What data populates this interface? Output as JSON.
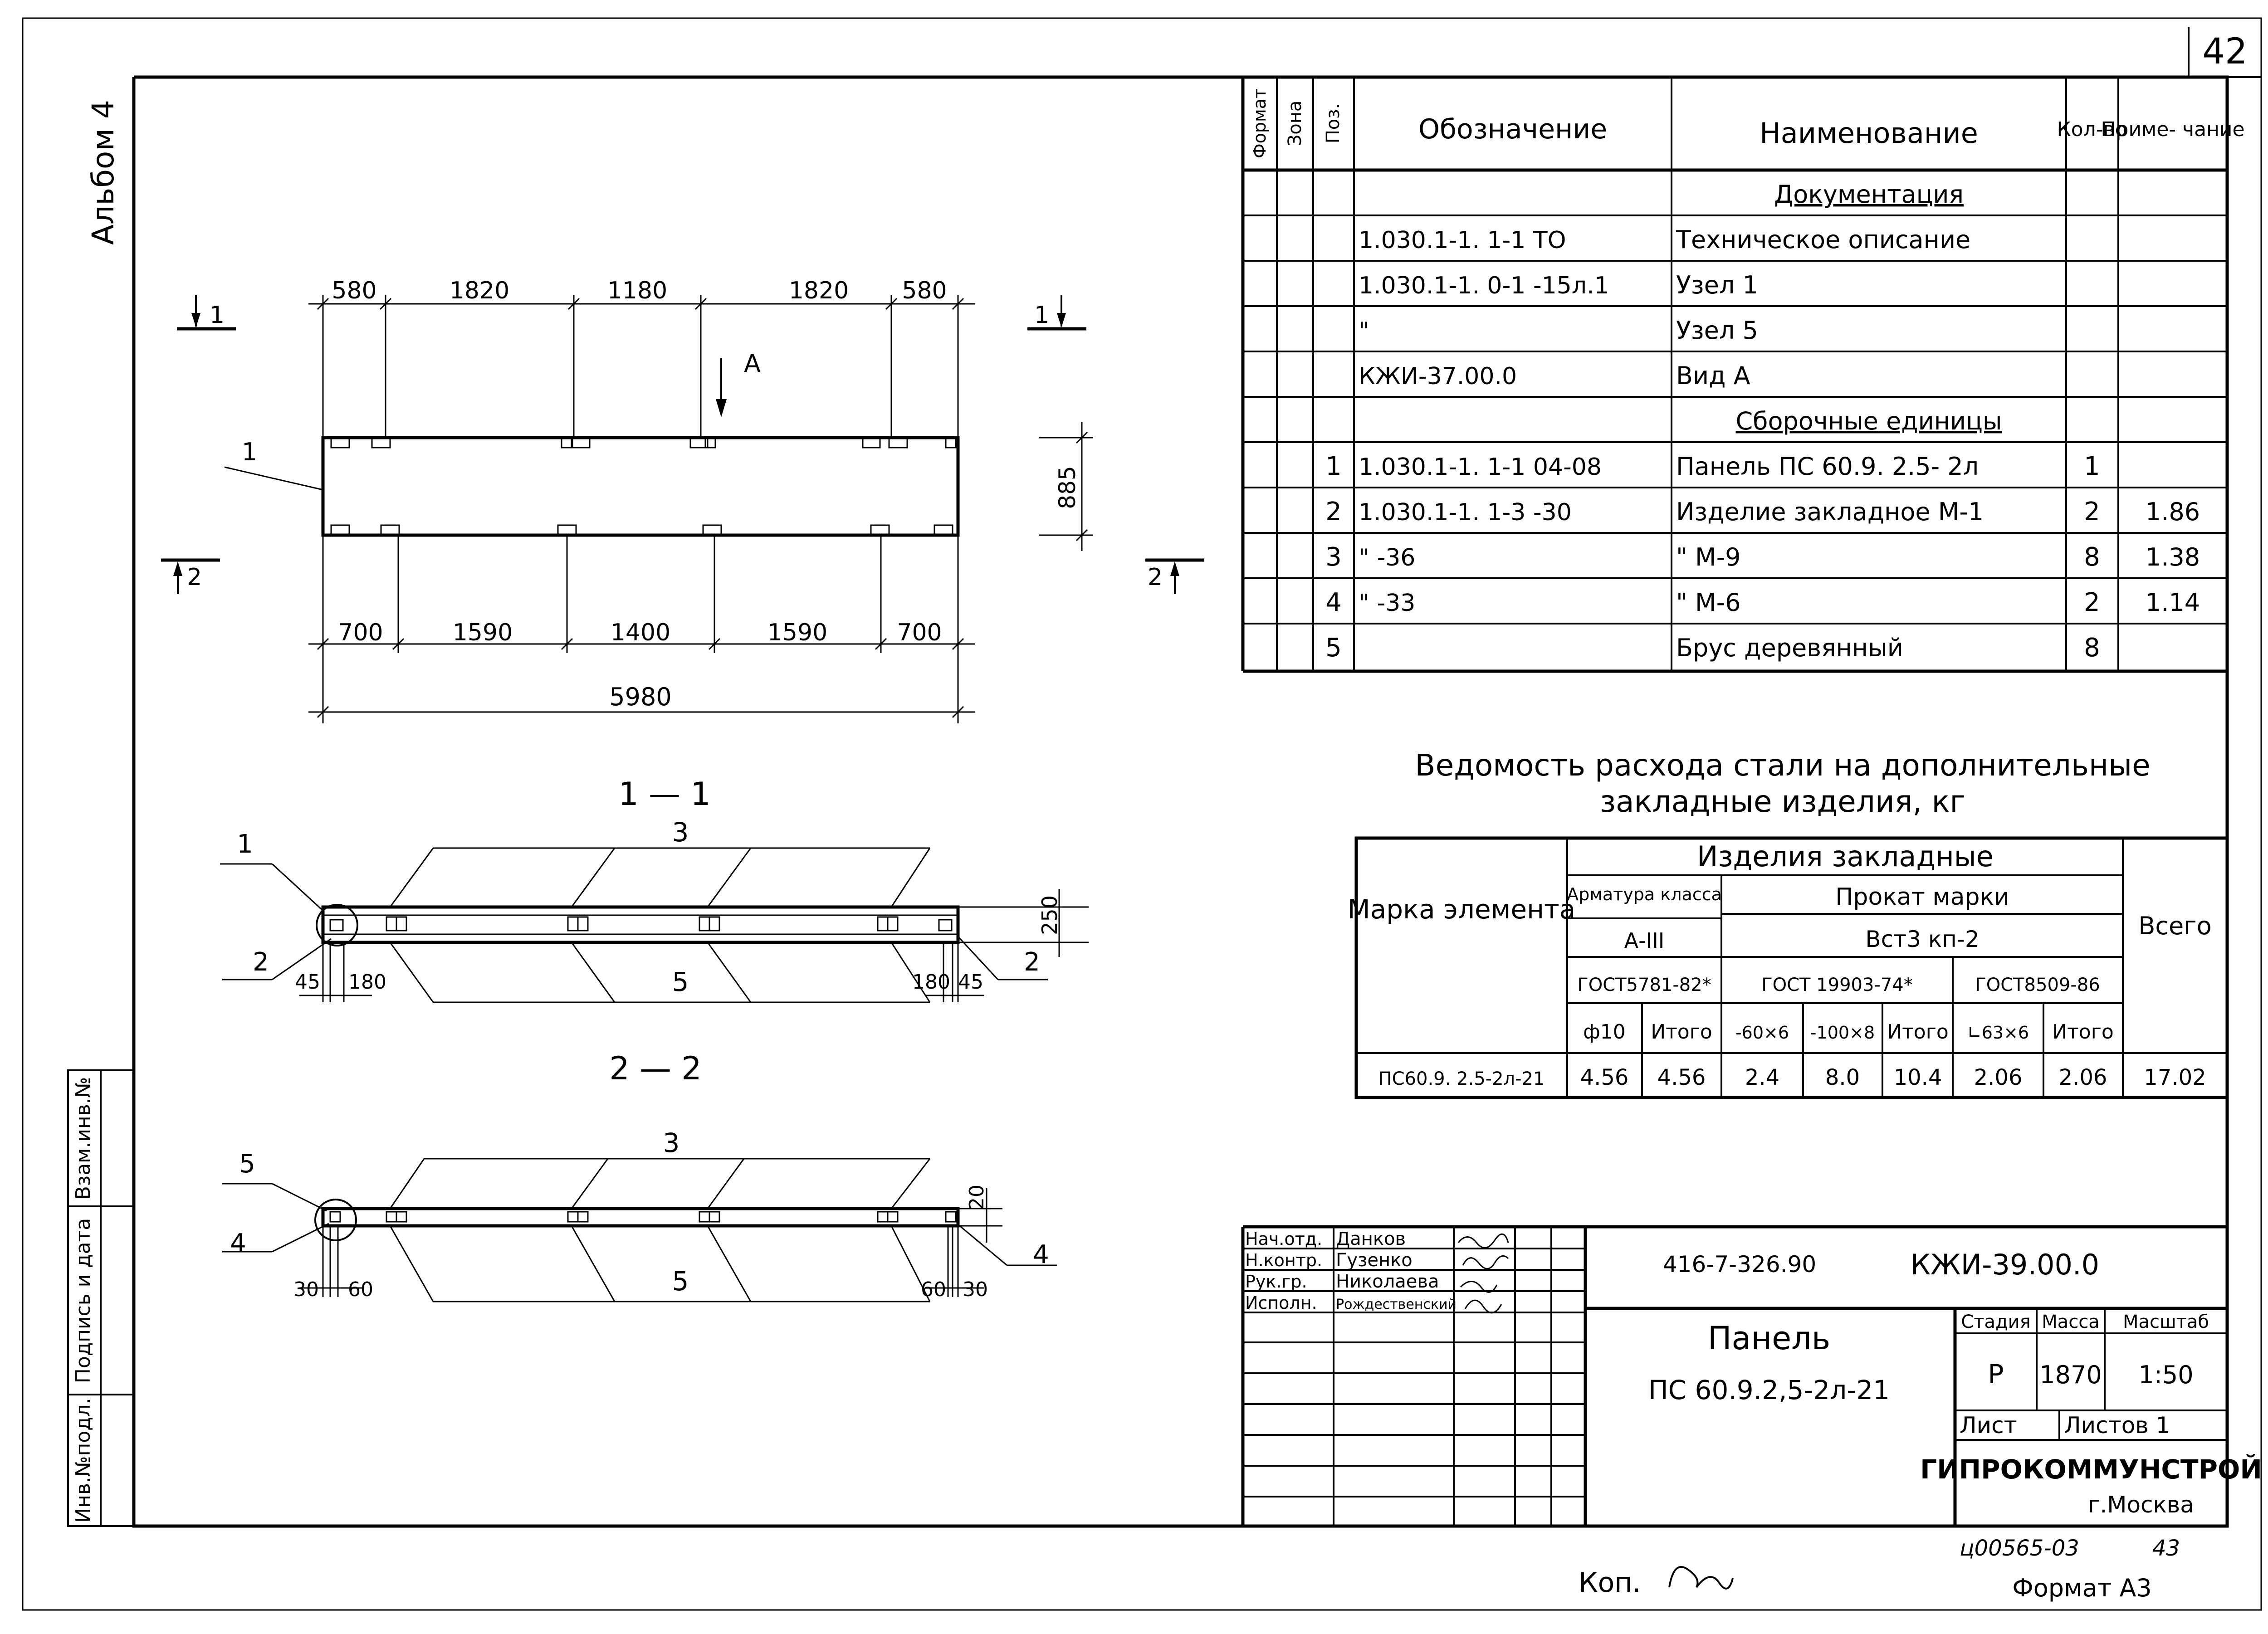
{
  "sheet_number": "42",
  "album_label": "Альбом 4",
  "left_stamp": [
    "Инв.№подл.",
    "Подпись и дата",
    "Взам.инв.№"
  ],
  "plan": {
    "top_dims": [
      "580",
      "1820",
      "1180",
      "1820",
      "580"
    ],
    "bottom_dims": [
      "700",
      "1590",
      "1400",
      "1590",
      "700"
    ],
    "total": "5980",
    "height": "885",
    "view_label": "А",
    "section_marks": [
      "1",
      "1",
      "2",
      "2"
    ],
    "pos_label": "1"
  },
  "section_1": {
    "title": "1 — 1",
    "labels": [
      "3",
      "5",
      "1",
      "2",
      "2"
    ],
    "dims": [
      "45",
      "180",
      "180",
      "45",
      "250"
    ]
  },
  "section_2": {
    "title": "2 — 2",
    "labels": [
      "3",
      "5",
      "5",
      "4",
      "4"
    ],
    "dims": [
      "30",
      "60",
      "60",
      "30",
      "20"
    ]
  },
  "spec": {
    "headers": [
      "Формат",
      "Зона",
      "Поз.",
      "Обозначение",
      "Наименование",
      "Кол-во",
      "Приме- чание"
    ],
    "rows": [
      {
        "pos": "",
        "designation": "",
        "name": "Документация",
        "qty": "",
        "note": "",
        "underline": true
      },
      {
        "pos": "",
        "designation": "1.030.1-1. 1-1  ТО",
        "name": "Техническое описание",
        "qty": "",
        "note": ""
      },
      {
        "pos": "",
        "designation": "1.030.1-1. 0-1 -15л.1",
        "name": "Узел 1",
        "qty": "",
        "note": ""
      },
      {
        "pos": "",
        "designation": "\"",
        "name": "Узел 5",
        "qty": "",
        "note": ""
      },
      {
        "pos": "",
        "designation": "КЖИ-37.00.0",
        "name": "Вид А",
        "qty": "",
        "note": ""
      },
      {
        "pos": "",
        "designation": "",
        "name": "Сборочные единицы",
        "qty": "",
        "note": "",
        "underline": true
      },
      {
        "pos": "1",
        "designation": "1.030.1-1. 1-1  04-08",
        "name": "Панель ПС 60.9. 2.5- 2л",
        "qty": "1",
        "note": ""
      },
      {
        "pos": "2",
        "designation": "1.030.1-1. 1-3     -30",
        "name": "Изделие закладное     М-1",
        "qty": "2",
        "note": "1.86"
      },
      {
        "pos": "3",
        "designation": "\"              -36",
        "name": "\"              М-9",
        "qty": "8",
        "note": "1.38"
      },
      {
        "pos": "4",
        "designation": "\"              -33",
        "name": "\"              М-6",
        "qty": "2",
        "note": "1.14"
      },
      {
        "pos": "5",
        "designation": "",
        "name": "Брус деревянный",
        "qty": "8",
        "note": ""
      }
    ]
  },
  "steel": {
    "title_1": "Ведомость расхода стали на дополнительные",
    "title_2": "закладные изделия, кг",
    "mark_header": "Марка элемента",
    "group_header": "Изделия закладные",
    "arm_header": "Арматура класса",
    "arm_class": "А-III",
    "prokat_header": "Прокат марки",
    "prokat_grade": "Вст3 кп-2",
    "total_header": "Всего",
    "gost": [
      "ГОСТ5781-82*",
      "ГОСТ 19903-74*",
      "ГОСТ8509-86"
    ],
    "sub": [
      "ф10",
      "Итого",
      "-60×6",
      "-100×8",
      "Итого",
      "∟63×6",
      "Итого"
    ],
    "row": [
      "ПС60.9. 2.5-2л-21",
      "4.56",
      "4.56",
      "2.4",
      "8.0",
      "10.4",
      "2.06",
      "2.06",
      "17.02"
    ]
  },
  "title_block": {
    "roles": [
      "Нач.отд.",
      "Н.контр.",
      "Рук.гр.",
      "Исполн."
    ],
    "names": [
      "Данков",
      "Гузенко",
      "Николаева",
      "Рождественский"
    ],
    "project": "416-7-326.90",
    "code": "КЖИ-39.00.0",
    "item_title": "Панель",
    "item_mark": "ПС 60.9.2,5-2л-21",
    "stage_header": "Стадия",
    "mass_header": "Масса",
    "scale_header": "Масштаб",
    "stage": "Р",
    "mass": "1870",
    "scale": "1:50",
    "sheet_label": "Лист",
    "sheets_label": "Листов 1",
    "org": "ГИПРОКОММУНСТРОЙ",
    "city": "г.Москва"
  },
  "below": {
    "archive": "ц00565-03",
    "archive_page": "43",
    "copy": "Коп.",
    "format": "Формат А3"
  }
}
